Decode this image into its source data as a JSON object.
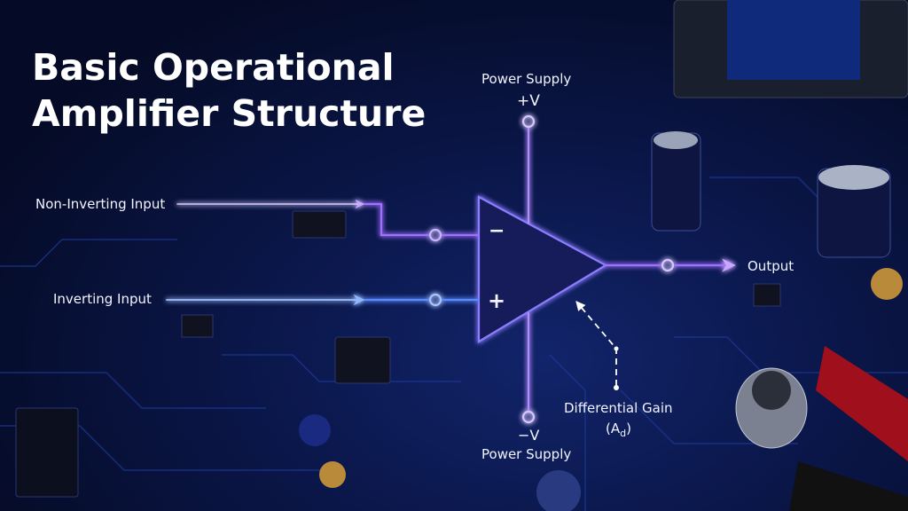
{
  "title_lines": [
    "Basic Operational",
    "Amplifier Structure"
  ],
  "labels": {
    "power_supply_top": "Power Supply",
    "plus_v": "+V",
    "non_inverting_input": "Non-Inverting Input",
    "inverting_input": "Inverting Input",
    "output": "Output",
    "minus_sign": "−",
    "plus_sign": "+",
    "differential_gain": "Differential Gain",
    "gain_symbol": "(A",
    "gain_subscript": "d",
    "gain_close": ")",
    "minus_v": "−V",
    "power_supply_bottom": "Power Supply"
  },
  "colors": {
    "glow_purple": "#a070ff",
    "glow_blue": "#5a8cff",
    "triangle_fill": "#141d5a",
    "text": "#ffffff"
  }
}
